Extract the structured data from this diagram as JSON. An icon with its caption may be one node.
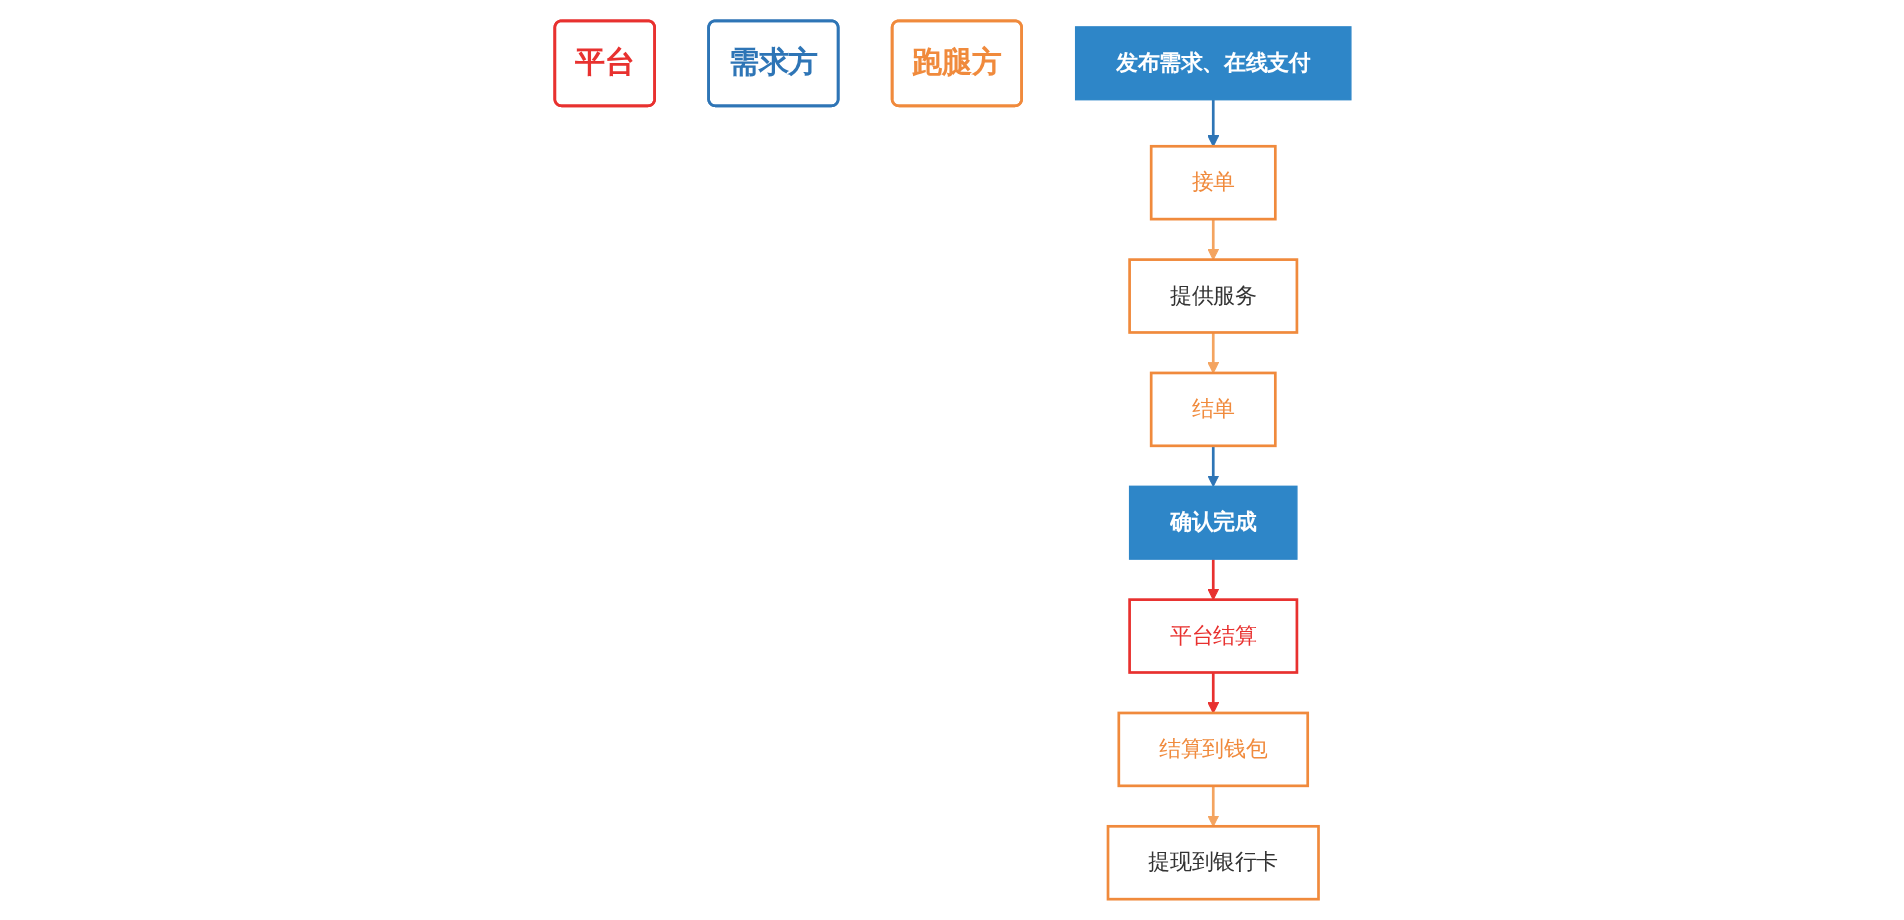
{
  "diagram": {
    "nodes": [
      {
        "text": [
          "平台"
        ]
      },
      {
        "text": [
          "需求方"
        ]
      },
      {
        "text": [
          "跑腿方"
        ]
      },
      {
        "text": [
          "发布需求、在线支付"
        ]
      },
      {
        "text": [
          "接单"
        ]
      },
      {
        "text": [
          "提供服务"
        ]
      },
      {
        "text": [
          "结单"
        ]
      },
      {
        "text": [
          "确认完成"
        ]
      },
      {
        "text": [
          "平台结算"
        ]
      },
      {
        "text": [
          "结算到钱包"
        ]
      },
      {
        "text": [
          "提现到银行卡"
        ]
      }
    ],
    "edges": [
      {
        "from": 3,
        "to": 4,
        "arrow": "to",
        "color": "#2e75b6"
      },
      {
        "from": 4,
        "to": 5,
        "arrow": "to"
      },
      {
        "from": 5,
        "to": 6,
        "arrow": "to"
      },
      {
        "from": 6,
        "to": 7,
        "arrow": "to",
        "color": "#2e75b6"
      },
      {
        "from": 7,
        "to": 8,
        "arrow": "to",
        "color": "#e8312f"
      },
      {
        "from": 8,
        "to": 9,
        "arrow": "to",
        "color": "#e8312f"
      },
      {
        "from": 9,
        "to": 10,
        "arrow": "to"
      }
    ]
  }
}
